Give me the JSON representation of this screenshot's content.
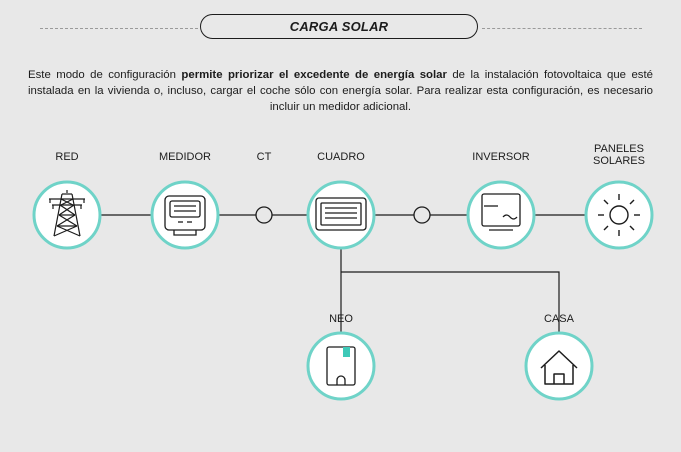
{
  "title": "CARGA SOLAR",
  "description": {
    "p1": "Este modo de configuración ",
    "bold": "permite priorizar el excedente de energía solar",
    "p2": " de la instalación fotovoltaica que esté instalada en la vivienda o, incluso, cargar el coche sólo con energía solar. Para realizar esta configuración, es necesario incluir un medidor adicional."
  },
  "nodes": {
    "red": "RED",
    "medidor": "MEDIDOR",
    "ct": "CT",
    "cuadro": "CUADRO",
    "inversor": "INVERSOR",
    "paneles_line1": "PANELES",
    "paneles_line2": "SOLARES",
    "neo": "NEO",
    "casa": "CASA"
  },
  "colors": {
    "background": "#e8e8e8",
    "node_fill": "#ffffff",
    "node_ring": "#6fd3c8",
    "line": "#1c1c1c",
    "neo_accent": "#3ec9b8"
  },
  "icons": {
    "red": "power-tower-icon",
    "medidor": "meter-icon",
    "ct": "ct-sensor-icon",
    "cuadro": "electrical-panel-icon",
    "inversor": "inverter-icon",
    "paneles": "sun-icon",
    "neo": "charger-icon",
    "casa": "house-icon"
  }
}
